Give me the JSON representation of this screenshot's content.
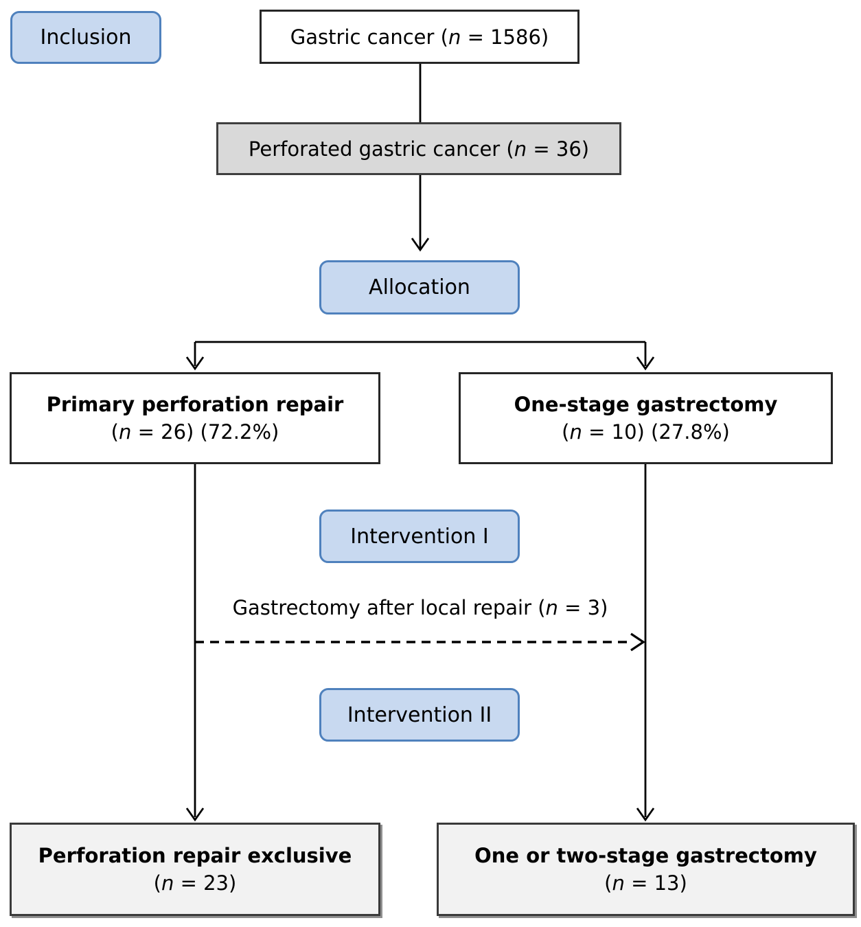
{
  "figure": {
    "type": "study-flow-diagram",
    "colors": {
      "stage_fill": "#C8D9F0",
      "stage_border": "#4F81BD",
      "gray_fill": "#D9D9D9",
      "result_fill": "#F2F2F2",
      "line_color": "#000000"
    },
    "stages": {
      "inclusion": {
        "label": "Inclusion"
      },
      "allocation": {
        "label": "Allocation"
      },
      "intervention1": {
        "label": "Intervention I"
      },
      "intervention2": {
        "label": "Intervention II"
      }
    },
    "nodes": {
      "gastric_cancer": {
        "segments": [
          {
            "t": "Gastric cancer ("
          },
          {
            "t": "n",
            "italic": true
          },
          {
            "t": " = 1586)"
          }
        ]
      },
      "perforated": {
        "segments": [
          {
            "t": "Perforated gastric cancer ("
          },
          {
            "t": "n",
            "italic": true
          },
          {
            "t": " = 36)"
          }
        ]
      },
      "primary_repair": {
        "title": "Primary perforation repair",
        "segments": [
          {
            "t": "("
          },
          {
            "t": "n",
            "italic": true
          },
          {
            "t": " = 26) (72.2%)"
          }
        ]
      },
      "one_stage": {
        "title": "One-stage gastrectomy",
        "segments": [
          {
            "t": "("
          },
          {
            "t": "n",
            "italic": true
          },
          {
            "t": " = 10) (27.8%)"
          }
        ]
      },
      "crossover": {
        "segments": [
          {
            "t": "Gastrectomy after local repair ("
          },
          {
            "t": "n",
            "italic": true
          },
          {
            "t": " = 3)"
          }
        ]
      },
      "repair_exclusive": {
        "title": "Perforation repair exclusive",
        "segments": [
          {
            "t": "("
          },
          {
            "t": "n",
            "italic": true
          },
          {
            "t": " = 23)"
          }
        ]
      },
      "one_two_stage": {
        "title": "One or two-stage gastrectomy",
        "segments": [
          {
            "t": "("
          },
          {
            "t": "n",
            "italic": true
          },
          {
            "t": " = 13)"
          }
        ]
      }
    }
  }
}
